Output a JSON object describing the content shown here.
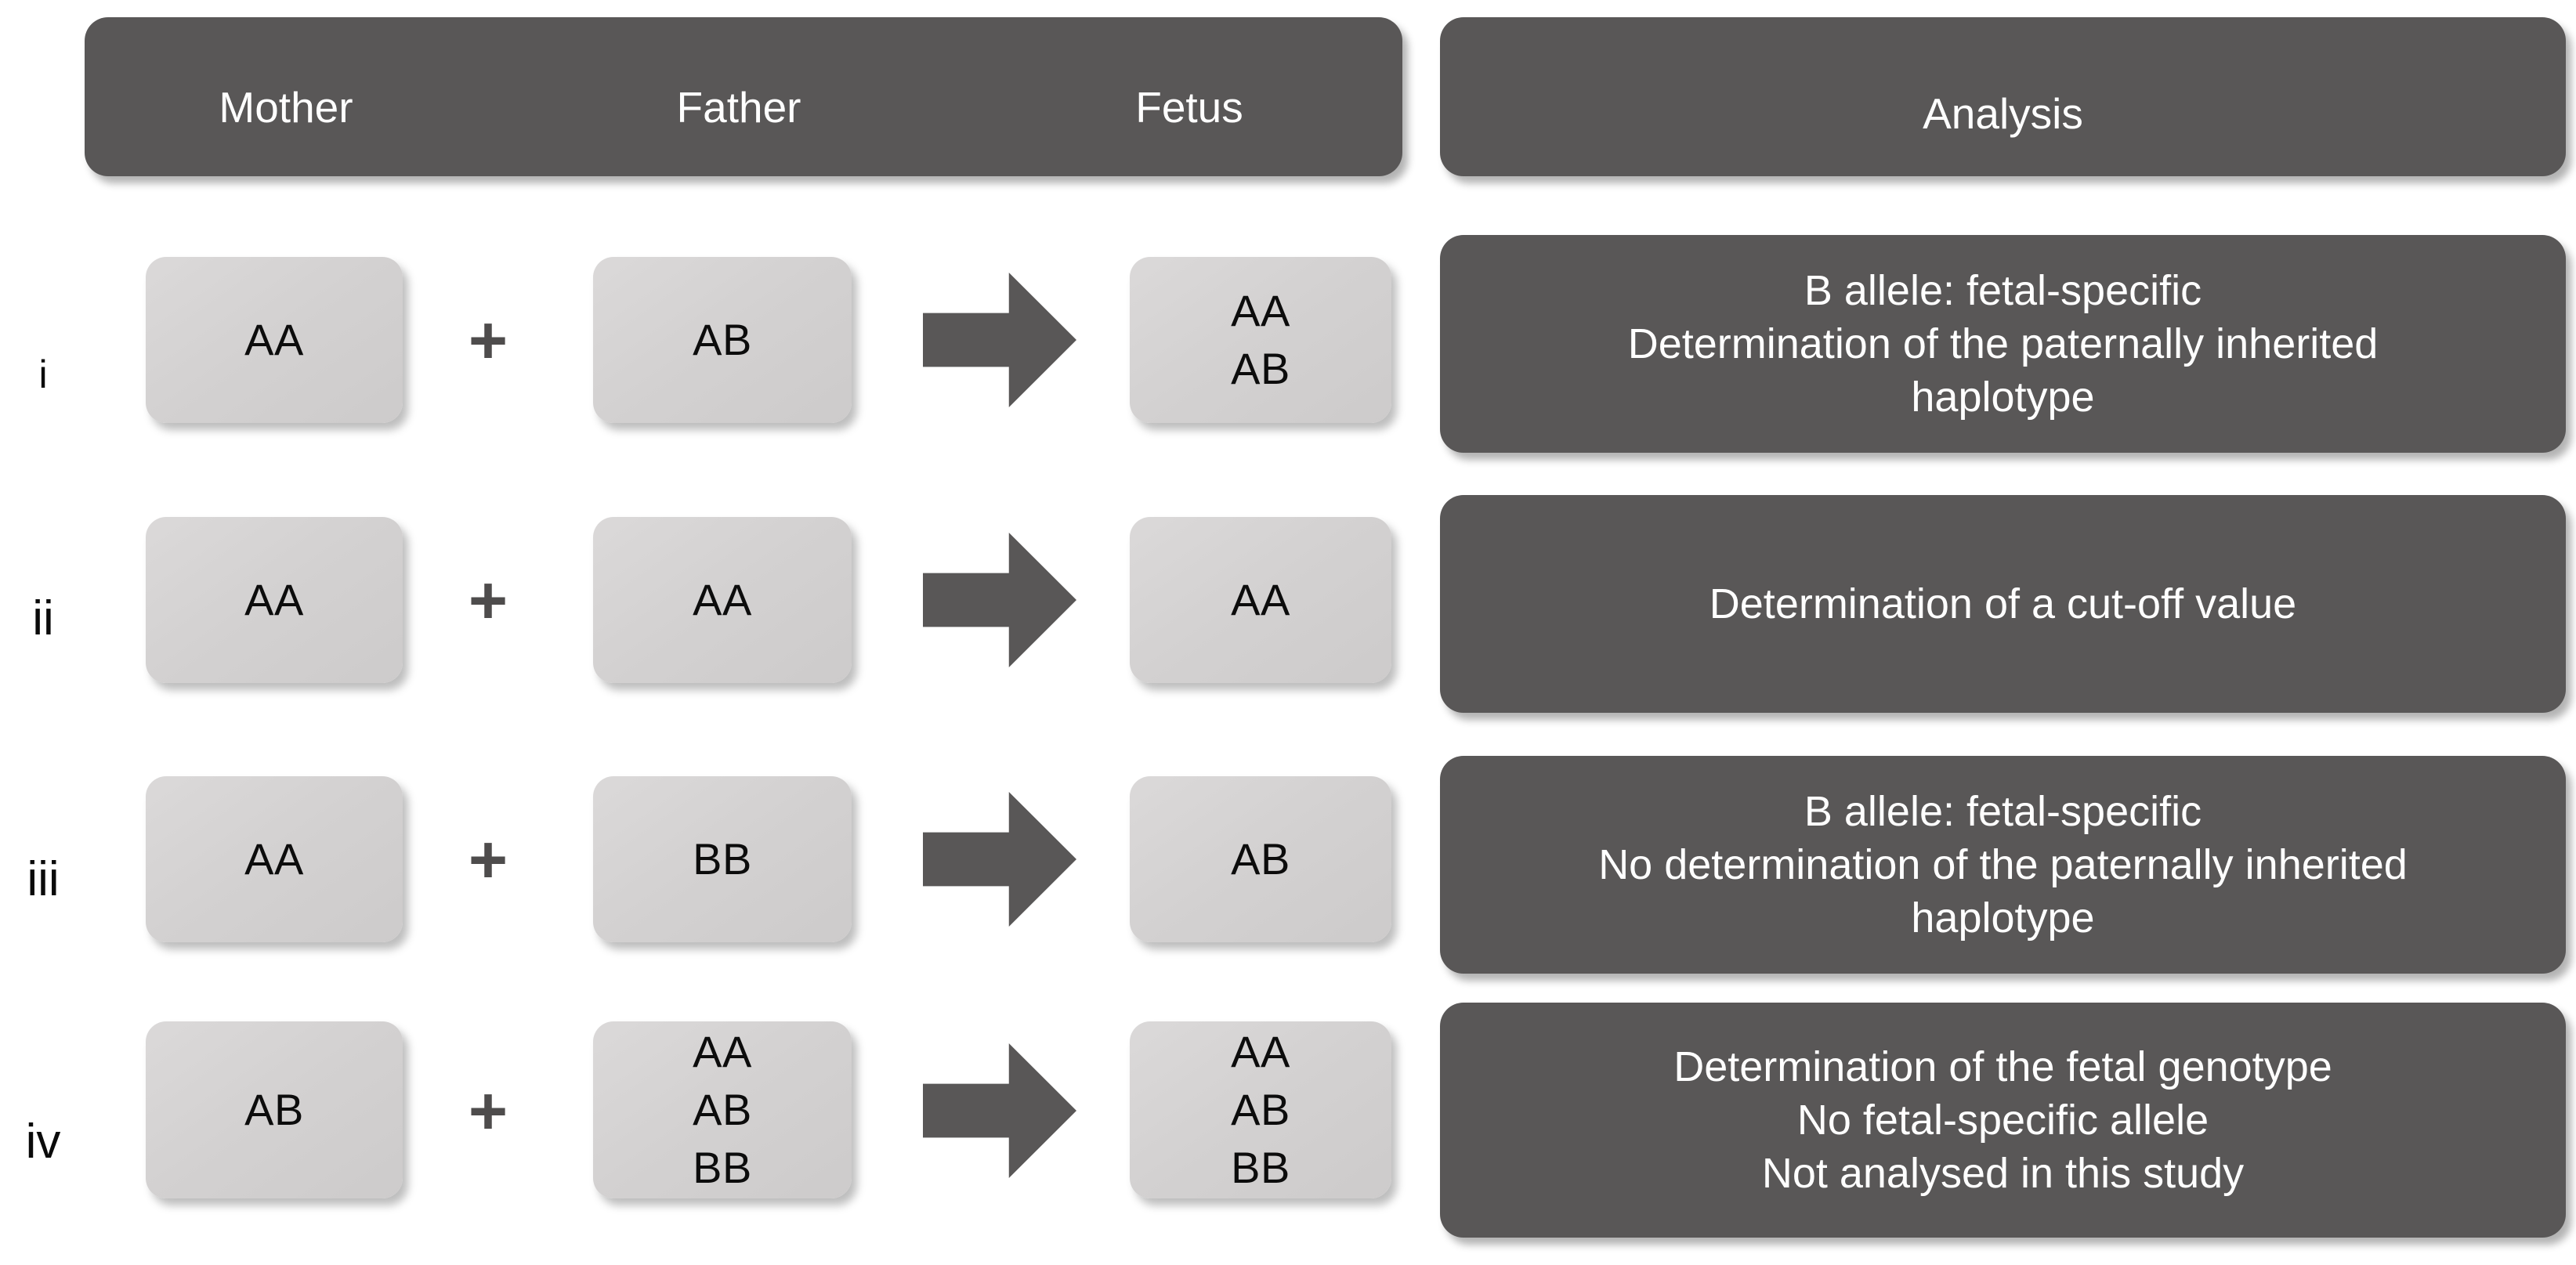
{
  "figure": {
    "type": "genotype-combination-table",
    "background_color": "#ffffff",
    "dark_color": "#595757",
    "light_box_color": "#d4d2d2",
    "text_on_dark": "#ffffff",
    "text_on_light": "#0c0c0c"
  },
  "header": {
    "mother": "Mother",
    "father": "Father",
    "fetus": "Fetus",
    "analysis": "Analysis"
  },
  "symbols": {
    "plus": "+",
    "arrow": "arrow-right-block"
  },
  "rows": [
    {
      "numeral": "i",
      "mother": [
        "AA"
      ],
      "father": [
        "AB"
      ],
      "fetus": [
        "AA",
        "AB"
      ],
      "analysis": [
        "B allele: fetal-specific",
        "Determination of the paternally inherited",
        "haplotype"
      ]
    },
    {
      "numeral": "ii",
      "mother": [
        "AA"
      ],
      "father": [
        "AA"
      ],
      "fetus": [
        "AA"
      ],
      "analysis": [
        "Determination of a cut-off value"
      ]
    },
    {
      "numeral": "iii",
      "mother": [
        "AA"
      ],
      "father": [
        "BB"
      ],
      "fetus": [
        "AB"
      ],
      "analysis": [
        "B allele: fetal-specific",
        "No determination of the paternally inherited",
        "haplotype"
      ]
    },
    {
      "numeral": "iv",
      "mother": [
        "AB"
      ],
      "father": [
        "AA",
        "AB",
        "BB"
      ],
      "fetus": [
        "AA",
        "AB",
        "BB"
      ],
      "analysis": [
        "Determination of the fetal genotype",
        "No fetal-specific allele",
        "Not analysed in this study"
      ]
    }
  ]
}
